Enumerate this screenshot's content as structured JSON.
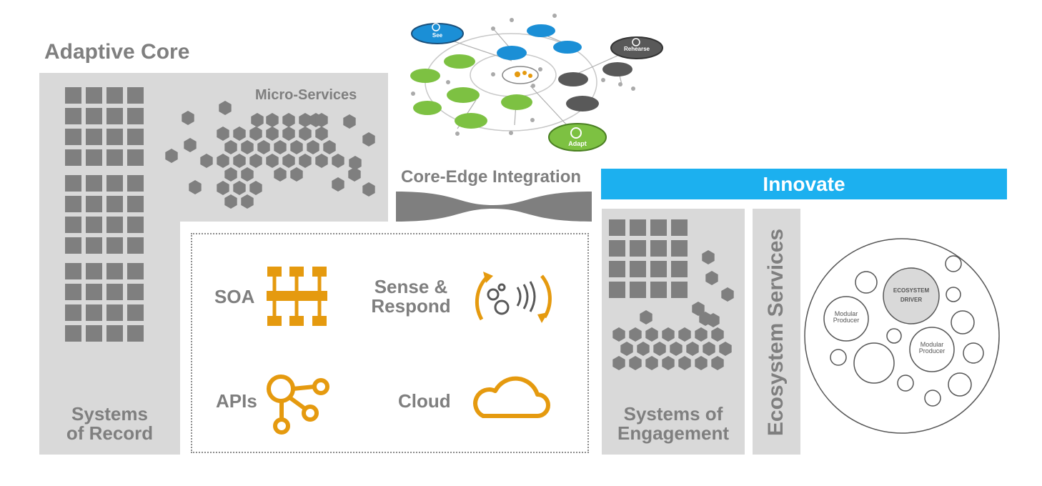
{
  "core": {
    "title": "Adaptive Core",
    "micro_services": "Micro-Services",
    "systems_of_record": [
      "Systems",
      "of Record"
    ]
  },
  "integration": {
    "title": "Core-Edge Integration"
  },
  "cycle": {
    "nodes": [
      "See",
      "Rehearse",
      "Adapt"
    ]
  },
  "capabilities": [
    {
      "label": "SOA",
      "icon": "soa-network-icon"
    },
    {
      "label_lines": [
        "Sense &",
        "Respond"
      ],
      "icon": "sense-respond-icon"
    },
    {
      "label": "APIs",
      "icon": "api-nodes-icon"
    },
    {
      "label": "Cloud",
      "icon": "cloud-icon"
    }
  ],
  "innovate": {
    "banner": "Innovate",
    "systems_of_engagement": [
      "Systems of",
      "Engagement"
    ],
    "ecosystem_services": "Ecosystem Services"
  },
  "ecosystem": {
    "driver": [
      "ECOSYSTEM",
      "DRIVER"
    ],
    "producer_a": [
      "Modular",
      "Producer"
    ],
    "producer_b": [
      "Modular",
      "Producer"
    ]
  },
  "colors": {
    "panel_gray": "#d9d9d9",
    "block_gray": "#7f7f7f",
    "icon_orange": "#e59a0f",
    "innovate_blue": "#1cb0ef",
    "node_blue": "#1b8fd6",
    "node_green": "#7dc142",
    "node_dark": "#595959"
  }
}
